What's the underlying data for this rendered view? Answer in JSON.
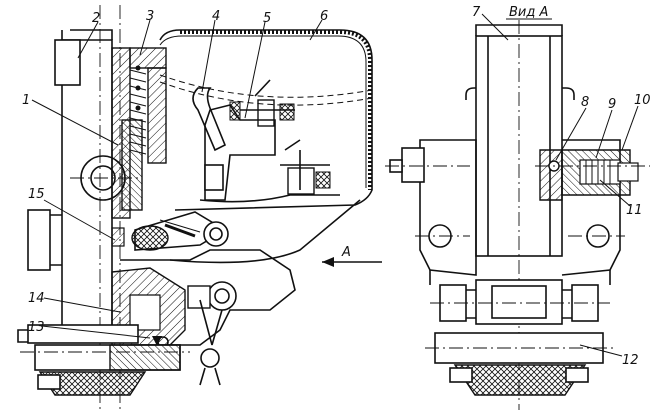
{
  "view_title": "Вид А",
  "arrow_label": "А",
  "labels": [
    "1",
    "2",
    "3",
    "4",
    "5",
    "6",
    "7",
    "8",
    "9",
    "10",
    "11",
    "12",
    "13",
    "14",
    "15"
  ]
}
